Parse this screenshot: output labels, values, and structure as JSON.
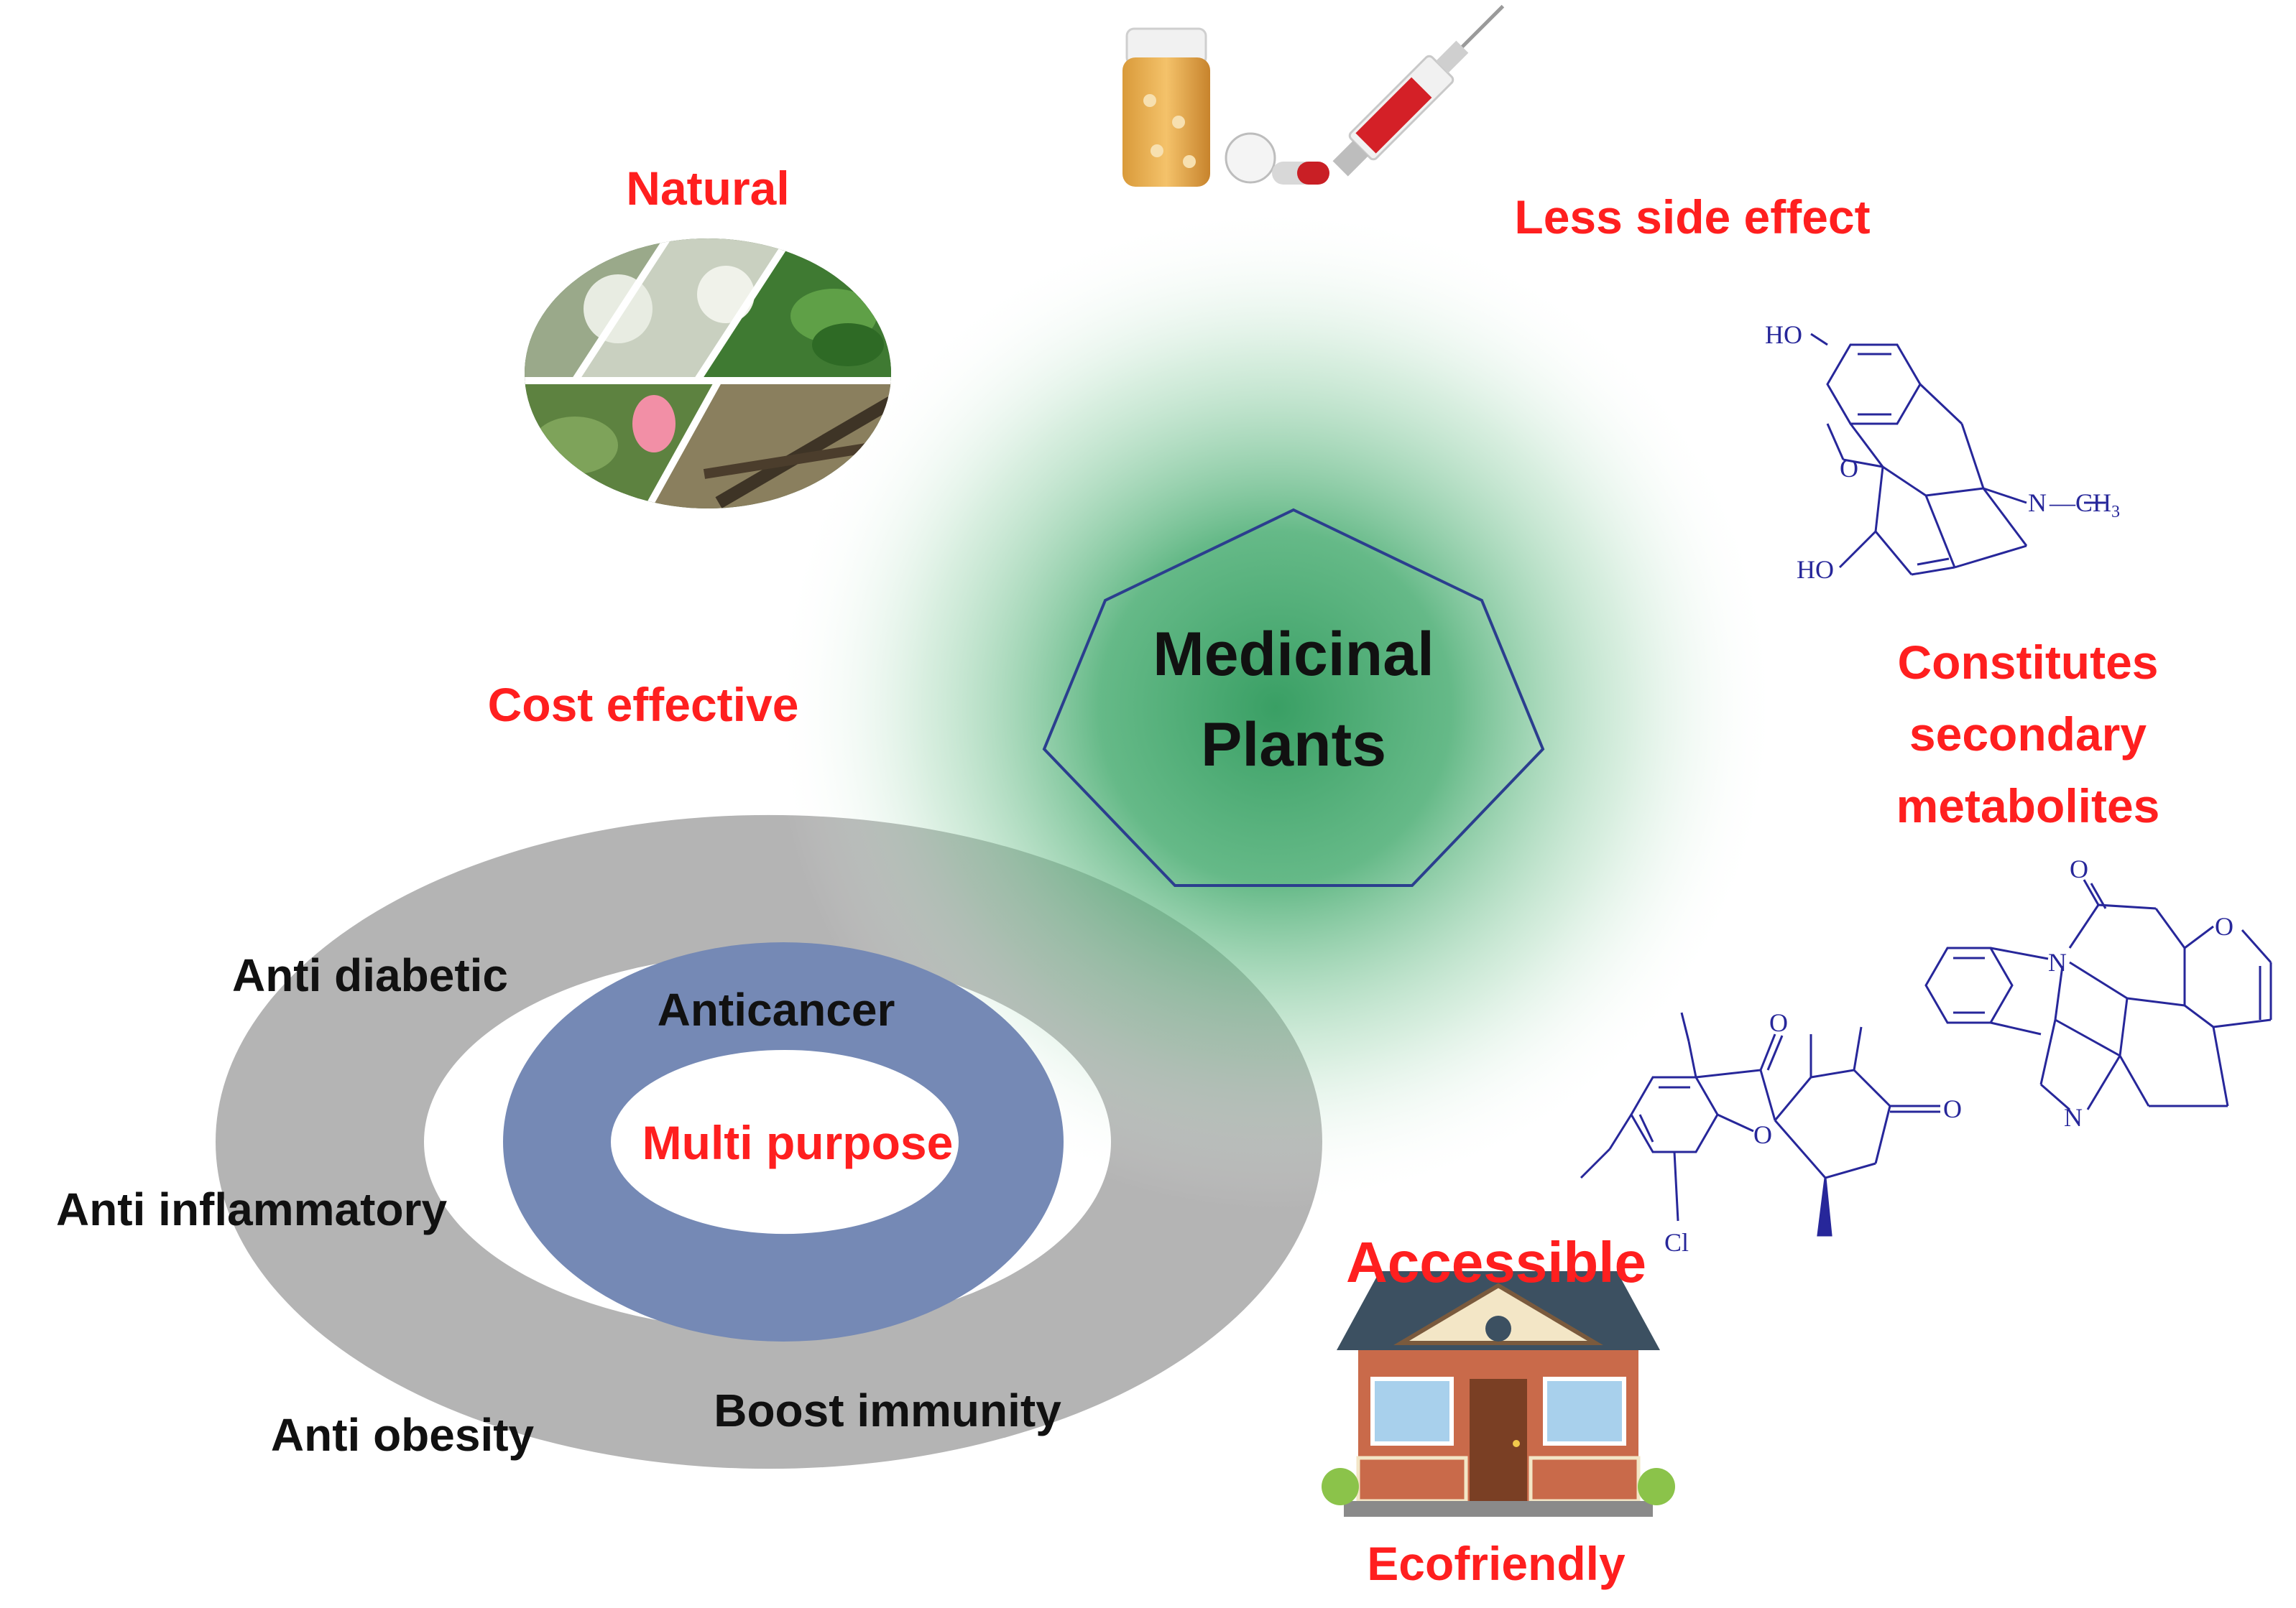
{
  "center": {
    "line1": "Medicinal",
    "line2": "Plants"
  },
  "benefits": {
    "natural": "Natural",
    "less_side_effect": "Less side effect",
    "cost_effective": "Cost effective",
    "secondary_line1": "Constitutes",
    "secondary_line2": "secondary",
    "secondary_line3": "metabolites",
    "accessible": "Accessible",
    "ecofriendly": "Ecofriendly"
  },
  "activities": {
    "anti_diabetic": "Anti diabetic",
    "anticancer": "Anticancer",
    "multi_purpose": "Multi purpose",
    "anti_inflammatory": "Anti inflammatory",
    "anti_obesity": "Anti obesity",
    "boost_immunity": "Boost immunity"
  },
  "chem_labels": {
    "morphine_ho_top": "HO",
    "morphine_o": "O",
    "morphine_n": "N",
    "morphine_ch3": "—CH",
    "morphine_ch3_sub": "3",
    "morphine_ho_bottom": "HO",
    "strychnine_o_ketone": "O",
    "strychnine_n_top": "N",
    "strychnine_o_ring": "O",
    "strychnine_n_bottom": "N",
    "griseo_o_ketone": "O",
    "griseo_o_ring": "O",
    "griseo_o_right": "O",
    "griseo_cl": "Cl"
  },
  "colors": {
    "label_red": "#ff1f1f",
    "label_black": "#111111",
    "glow_green": "#2f9a5c",
    "outer_ring": "#b4b4b4",
    "inner_ring": "#7589b5",
    "chem_blue": "#27279a"
  }
}
